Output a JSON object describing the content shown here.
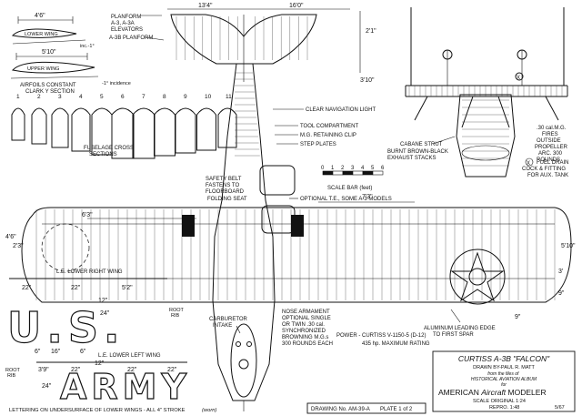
{
  "dims": {
    "wing_lower_chord": "4'6\"",
    "upper_wing_chord": "5'10\"",
    "tail_span": "13'4\"",
    "upper_span_half": "16'0\"",
    "fin_height": "2'1\"",
    "tail_length": "3'10\"",
    "lower_inboard": "6'3\"",
    "lower_outboard": "7'3\"",
    "left_tip_a": "4'6\"",
    "left_tip_b": "2'3\"",
    "right_tip": "5'10\"",
    "insignia_a": "3'",
    "insignia_b": "9\"",
    "mid_9": "9\"",
    "lower_22a": "22\"",
    "lower_22b": "22\"",
    "lower_52": "5'2\"",
    "lower_24": "24\"",
    "lower_12": "12\"",
    "small_6a": "6\"",
    "small_16": "16\"",
    "small_6b": "6\"",
    "left_39": "3'9\"",
    "left_22a": "22\"",
    "left_22b": "22\"",
    "left_22c": "22\"",
    "left_24": "24\"",
    "left_12a": "12\"",
    "left_12b": "12\""
  },
  "labels": {
    "lower_wing": "LOWER WING",
    "inc_1": "inc.-1°",
    "upper_wing": "UPPER WING",
    "inc_upper": "-1° incidence",
    "airfoils": "AIRFOILS CONSTANT\nCLARK Y SECTION",
    "planform": "PLANFORM\nA-3, A-3A\nELEVATORS",
    "a3b_planform": "A-3B PLANFORM",
    "clear_light": "CLEAR NAVIGATION LIGHT",
    "tool_compartment": "TOOL COMPARTMENT",
    "mg_clip": "M.G. RETAINING CLIP",
    "step_plates": "STEP PLATES",
    "safety_belt": "SAFETY BELT\nFASTENS TO\nFLOORBOARD",
    "folding_seat": "FOLDING SEAT",
    "optional_te": "OPTIONAL T.E., SOME A-3 MODELS",
    "fuselage_cross": "FUSELAGE CROSS\nSECTIONS",
    "scale_bar": "SCALE BAR (feet)",
    "cabane_strut": "CABANE STRUT",
    "exhaust": "BURNT BROWN-BLACK\nEXHAUST STACKS",
    "mg_note": ".30 cal.M.G.\nFIRES\nOUTSIDE\nPROPELLER\nARC. 300\nROUNDS",
    "fuel_drain": "FUEL DRAIN\nCOCK & FITTING\nFOR AUX. TANK",
    "fuel_drain_mark": "X",
    "le_lower_right": "L.E. LOWER RIGHT WING",
    "root_rib_right": "ROOT\nRIB",
    "le_lower_left": "L.E. LOWER LEFT WING",
    "root_rib_left": "ROOT\nRIB",
    "carburetor": "CARBURETOR\nINTAKE",
    "nose_armament": "NOSE ARMAMENT\nOPTIONAL SINGLE\nOR TWIN .30 cal.\nSYNCHRONIZED\nBROWNING M.G.s\n300 ROUNDS EACH",
    "power": "POWER - CURTISS V-1150-5 (D-12)",
    "power_rating": "435 hp. MAXIMUM RATING",
    "aluminum_le": "ALUMINUM LEADING EDGE\nTO FIRST SPAR",
    "lettering": "LETTERING ON UNDERSURFACE OF LOWER WINGS - ALL 4\" STROKE",
    "lettering_note": "(worn)",
    "us_text": "U.S.",
    "army_text": "ARMY",
    "drawing_no": "DRAWING No. AM-39-A",
    "plate": "PLATE 1 of 2"
  },
  "scale_bar_ticks": [
    "0",
    "1",
    "2",
    "3",
    "4",
    "5",
    "6"
  ],
  "cross_sections": [
    "1",
    "2",
    "3",
    "4",
    "5",
    "6",
    "7",
    "8",
    "9",
    "10",
    "11"
  ],
  "title_block": {
    "title": "CURTISS A-3B \"FALCON\"",
    "drawn_by": "DRAWN BY-PAUL R. MATT",
    "from_files": "from the files of\nHISTORICAL AVIATION ALBUM",
    "for": "for",
    "publisher_a": "AMERICAN",
    "publisher_b": "Aircraft",
    "publisher_c": "MODELER",
    "scale_orig": "SCALE  ORIGINAL  1:24",
    "scale_repro": "REPRO.  1:48",
    "date": "5/67"
  }
}
